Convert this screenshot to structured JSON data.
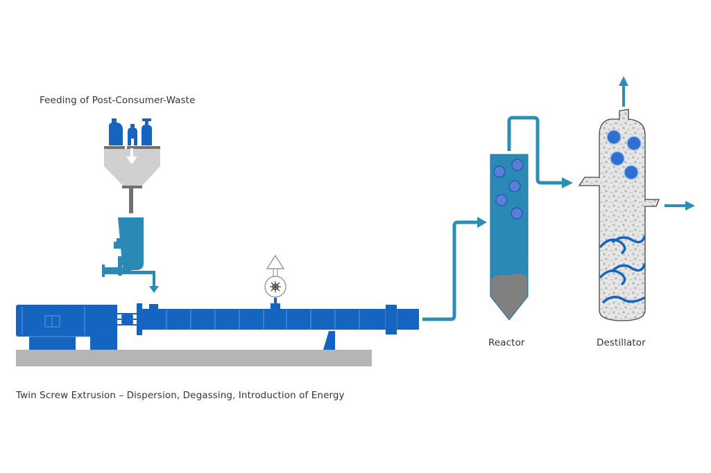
{
  "labels": {
    "feeding": "Feeding of Post-Consumer-Waste",
    "extrusion": "Twin Screw Extrusion – Dispersion, Degassing, Introduction of Energy",
    "reactor": "Reactor",
    "destillator": "Destillator"
  },
  "colors": {
    "machine_blue": "#1565c0",
    "process_teal": "#2a8ab5",
    "pipe_teal": "#2b8fb5",
    "hopper_gray": "#d0d0d0",
    "base_gray": "#b5b5b5",
    "bubble": "#5b7fd6",
    "sediment": "#808080",
    "text": "#333333"
  },
  "components": [
    {
      "id": "feed-bottles",
      "name": "Post-consumer waste bottles"
    },
    {
      "id": "hopper",
      "name": "Feed hopper"
    },
    {
      "id": "dosing-unit",
      "name": "Side feeder / dosing unit"
    },
    {
      "id": "motor",
      "name": "Drive motor & gearbox"
    },
    {
      "id": "extruder-barrel",
      "name": "Twin screw extruder barrel"
    },
    {
      "id": "vacuum-pump",
      "name": "Degassing vacuum pump"
    },
    {
      "id": "reactor",
      "name": "Reactor"
    },
    {
      "id": "destillator",
      "name": "Destillator"
    }
  ]
}
